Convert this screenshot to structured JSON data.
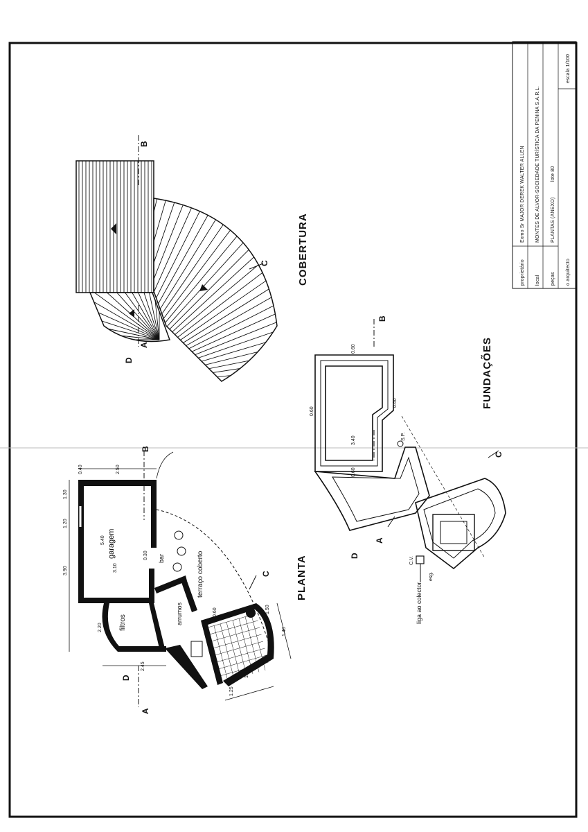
{
  "sheet": {
    "section_titles": {
      "cobertura": "COBERTURA",
      "fundacoes": "FUNDAÇÕES",
      "planta": "PLANTA"
    }
  },
  "title_block": {
    "proprietario_label": "proprietário",
    "proprietario_value": "Exmo Sr MAJOR DEREK WALTER ALLEN",
    "local_label": "local",
    "local_value": "MONTES DE ALVOR-SOCIEDADE TURÍSTICA DA PENINA S.A.R.L.",
    "pecas_label": "peças",
    "pecas_value": "PLANTAS (ANEXO)",
    "lote": "lote 80",
    "arquitecto_label": "o arquitecto",
    "escala": "escala 1/100"
  },
  "section_marks": {
    "a": "A",
    "b": "B",
    "c": "C",
    "d": "D"
  },
  "planta": {
    "rooms": {
      "garagem": "garagem",
      "filtros": "filtros",
      "bar": "bar",
      "terraco": "terraço coberto",
      "arrumos": "arrumos"
    },
    "dims": {
      "d_040": "0.40",
      "d_250": "2.50",
      "d_130": "1.30",
      "d_120": "1.20",
      "d_390": "3.90",
      "d_540": "5.40",
      "d_310": "3.10",
      "d_030": "0.30",
      "d_220": "2.20",
      "d_245": "2.45",
      "d_060": "0.60",
      "d_145": "1.45",
      "d_140": "1.40",
      "d_125": "1.25",
      "d_150": "1.50"
    }
  },
  "fundacoes": {
    "d_060": "0.60",
    "d_340": "3.40",
    "d_sp": "S.P.",
    "d_cv": "C.V.",
    "caixa": "liga ao colector",
    "esgoto": "esg."
  }
}
